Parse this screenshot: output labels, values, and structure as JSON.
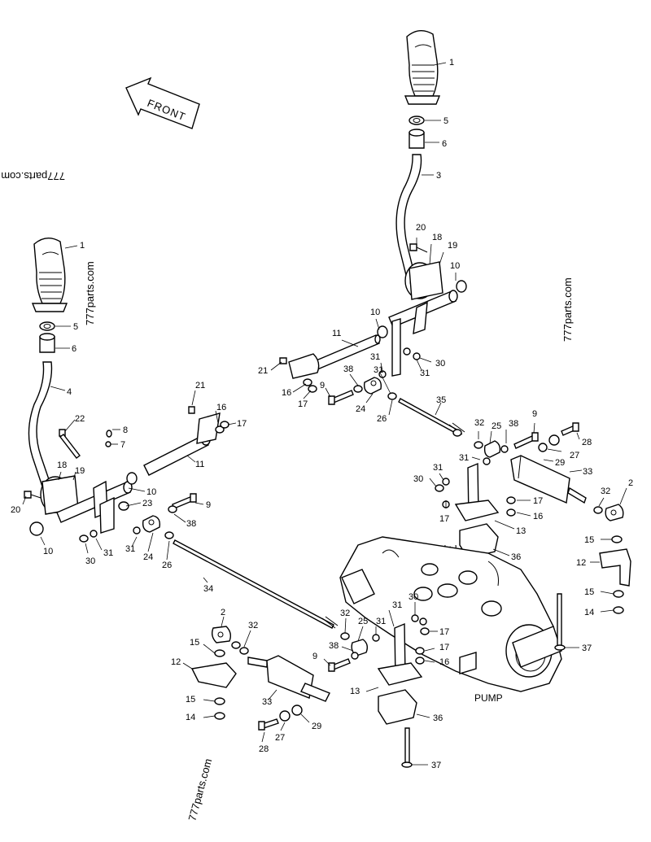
{
  "labels": {
    "front": "FRONT",
    "pump": "PUMP"
  },
  "watermark": "777parts.com",
  "callouts": {
    "c1a": "1",
    "c5a": "5",
    "c6a": "6",
    "c3": "3",
    "c20a": "20",
    "c18a": "18",
    "c19a": "19",
    "c10a": "10",
    "c10b": "10",
    "c11a": "11",
    "c21a": "21",
    "c16a": "16",
    "c17a": "17",
    "c9a": "9",
    "c38a": "38",
    "c24a": "24",
    "c31a": "31",
    "c31b": "31",
    "c30a": "30",
    "c26a": "26",
    "c35": "35",
    "c1b": "1",
    "c5b": "5",
    "c6b": "6",
    "c4": "4",
    "c22": "22",
    "c8": "8",
    "c7": "7",
    "c18b": "18",
    "c19b": "19",
    "c20b": "20",
    "c10c": "10",
    "c10d": "10",
    "c23": "23",
    "c21b": "21",
    "c16b": "16",
    "c17b": "17",
    "c11b": "11",
    "c9b": "9",
    "c38b": "38",
    "c30b": "30",
    "c31c": "31",
    "c31d": "31",
    "c24b": "24",
    "c26b": "26",
    "c34": "34",
    "c32a": "32",
    "c25a": "25",
    "c38c": "38",
    "c9c": "9",
    "c27a": "27",
    "c28a": "28",
    "c29a": "29",
    "c33a": "33",
    "c31e": "31",
    "c31f": "31",
    "c30c": "30",
    "c17c": "17",
    "c17d": "17",
    "c16c": "16",
    "c13a": "13",
    "c36a": "36",
    "c32b": "32",
    "c2a": "2",
    "c15a": "15",
    "c12a": "12",
    "c15b": "15",
    "c14a": "14",
    "c2b": "2",
    "c32c": "32",
    "c15c": "15",
    "c12b": "12",
    "c15d": "15",
    "c14b": "14",
    "c33b": "33",
    "c28b": "28",
    "c27b": "27",
    "c29b": "29",
    "c9d": "9",
    "c38d": "38",
    "c32d": "32",
    "c25b": "25",
    "c31g": "31",
    "c31h": "31",
    "c30d": "30",
    "c17e": "17",
    "c17f": "17",
    "c16d": "16",
    "c13b": "13",
    "c36b": "36",
    "c37a": "37",
    "c37b": "37"
  }
}
